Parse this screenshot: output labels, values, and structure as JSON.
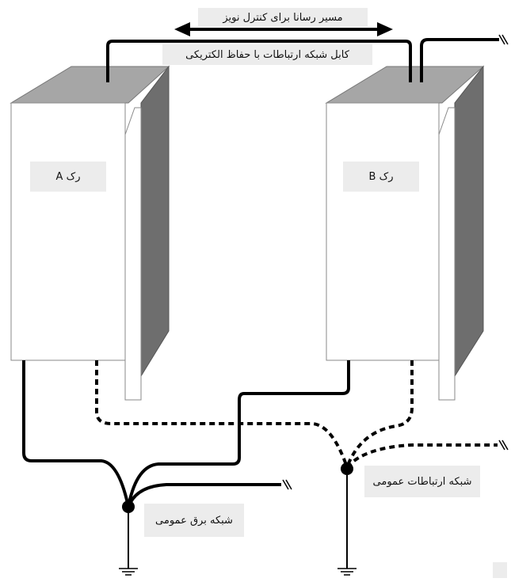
{
  "labels": {
    "noise_path": "مسیر رسانا برای کنترل نویز",
    "shielded_cable": "کابل شبکه ارتباطات با حفاظ الکتریکی",
    "rack_a": "رک A",
    "rack_b": "رک B",
    "telecom_network": "شبکه ارتباطات عمومی",
    "power_network": "شبکه برق عمومی"
  },
  "colors": {
    "cabinet_front": "#ffffff",
    "cabinet_top": "#a6a6a6",
    "cabinet_side": "#6e6e6e",
    "line": "#000000",
    "label_bg": "#ececec"
  },
  "icons": [
    "ground-symbol-icon",
    "double-arrow-icon",
    "cable-break-icon"
  ]
}
